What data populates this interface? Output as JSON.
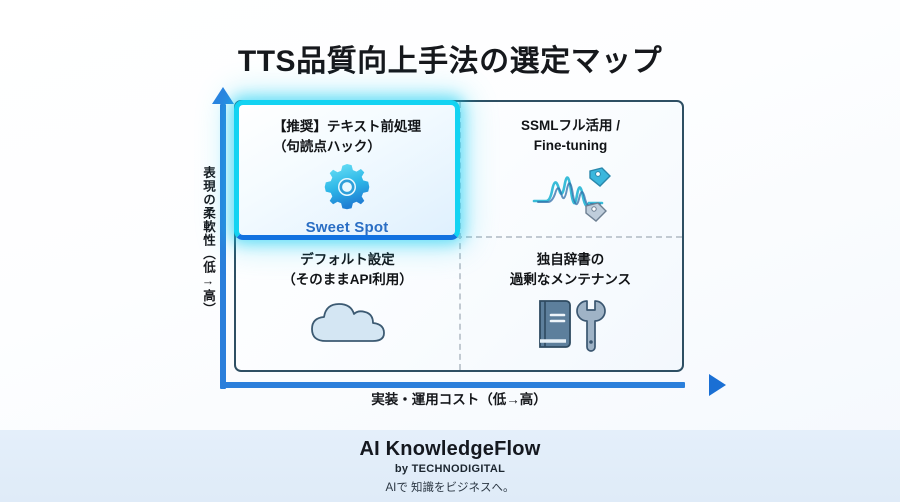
{
  "title": "TTS品質向上手法の選定マップ",
  "axes": {
    "y_label": "表現の柔軟性（低→高）",
    "x_label": "実装・運用コスト（低→高）",
    "axis_color": "#2b7fdb"
  },
  "quadrants": {
    "top_left": {
      "line1": "【推奨】テキスト前処理",
      "line2": "（句読点ハック）",
      "badge": "Sweet Spot",
      "icon": "gear-icon",
      "highlight_color": "#13d3f2",
      "badge_color": "#2a6ec4"
    },
    "top_right": {
      "line1": "SSMLフル活用 /",
      "line2": "Fine-tuning",
      "icon": "waveform-tags-icon"
    },
    "bottom_left": {
      "line1": "デフォルト設定",
      "line2": "（そのままAPI利用）",
      "icon": "cloud-icon"
    },
    "bottom_right": {
      "line1": "独自辞書の",
      "line2": "過剰なメンテナンス",
      "icon": "book-wrench-icon"
    }
  },
  "footer": {
    "brand": "AI KnowledgeFlow",
    "by": "by TECHNODIGITAL",
    "tagline": "AIで 知識をビジネスへ。",
    "background": "#dfebf8"
  }
}
